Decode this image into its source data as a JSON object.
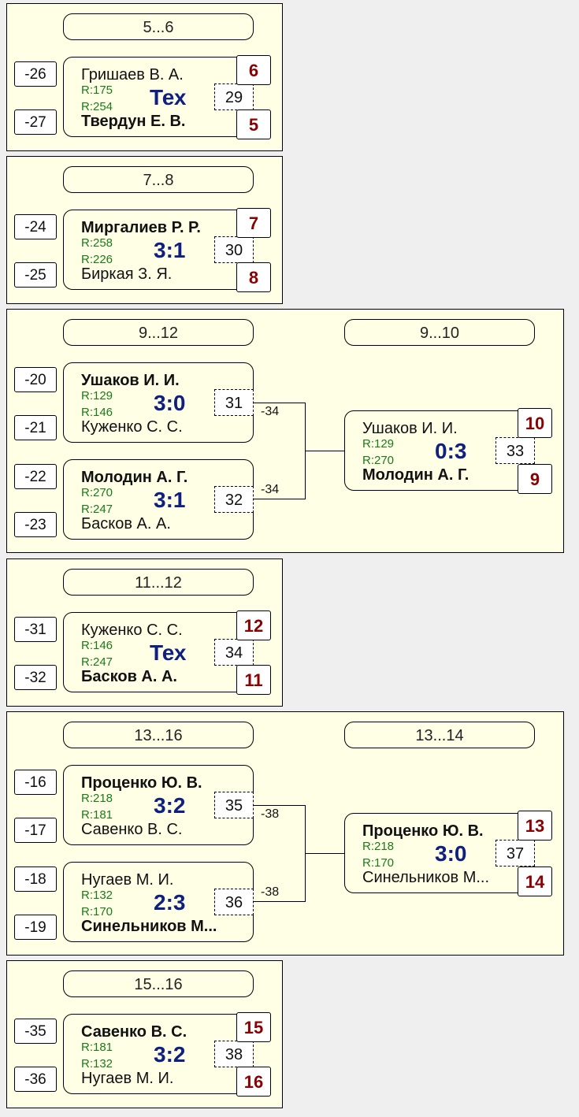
{
  "blocks": [
    {
      "rounds": [
        {
          "header": "5...6",
          "matches": [
            {
              "seed_top": "-26",
              "seed_bottom": "-27",
              "player_top": "Гришаев В. А.",
              "player_bottom": "Твердун Е. В.",
              "rating_top": "R:175",
              "rating_bottom": "R:254",
              "score": "Тех",
              "match_no": "29",
              "place_top": "6",
              "place_bottom": "5"
            }
          ]
        }
      ]
    },
    {
      "rounds": [
        {
          "header": "7...8",
          "matches": [
            {
              "seed_top": "-24",
              "seed_bottom": "-25",
              "player_top": "Миргалиев Р. Р.",
              "player_bottom": "Биркая З. Я.",
              "rating_top": "R:258",
              "rating_bottom": "R:226",
              "score": "3:1",
              "match_no": "30",
              "place_top": "7",
              "place_bottom": "8"
            }
          ]
        }
      ]
    },
    {
      "rounds": [
        {
          "header": "9...12",
          "matches": [
            {
              "seed_top": "-20",
              "seed_bottom": "-21",
              "player_top": "Ушаков И. И.",
              "player_bottom": "Куженко С. С.",
              "rating_top": "R:129",
              "rating_bottom": "R:146",
              "score": "3:0",
              "match_no": "31",
              "loser_to": "-34"
            },
            {
              "seed_top": "-22",
              "seed_bottom": "-23",
              "player_top": "Молодин А. Г.",
              "player_bottom": "Басков А. А.",
              "rating_top": "R:270",
              "rating_bottom": "R:247",
              "score": "3:1",
              "match_no": "32",
              "loser_to": "-34"
            }
          ]
        },
        {
          "header": "9...10",
          "matches": [
            {
              "player_top": "Ушаков И. И.",
              "player_bottom": "Молодин А. Г.",
              "rating_top": "R:129",
              "rating_bottom": "R:270",
              "score": "0:3",
              "match_no": "33",
              "place_top": "10",
              "place_bottom": "9"
            }
          ]
        }
      ]
    },
    {
      "rounds": [
        {
          "header": "11...12",
          "matches": [
            {
              "seed_top": "-31",
              "seed_bottom": "-32",
              "player_top": "Куженко С. С.",
              "player_bottom": "Басков А. А.",
              "rating_top": "R:146",
              "rating_bottom": "R:247",
              "score": "Тех",
              "match_no": "34",
              "place_top": "12",
              "place_bottom": "11"
            }
          ]
        }
      ]
    },
    {
      "rounds": [
        {
          "header": "13...16",
          "matches": [
            {
              "seed_top": "-16",
              "seed_bottom": "-17",
              "player_top": "Проценко Ю. В.",
              "player_bottom": "Савенко В. С.",
              "rating_top": "R:218",
              "rating_bottom": "R:181",
              "score": "3:2",
              "match_no": "35",
              "loser_to": "-38"
            },
            {
              "seed_top": "-18",
              "seed_bottom": "-19",
              "player_top": "Нугаев М. И.",
              "player_bottom": "Синельников М...",
              "rating_top": "R:132",
              "rating_bottom": "R:170",
              "score": "2:3",
              "match_no": "36",
              "loser_to": "-38"
            }
          ]
        },
        {
          "header": "13...14",
          "matches": [
            {
              "player_top": "Проценко Ю. В.",
              "player_bottom": "Синельников М...",
              "rating_top": "R:218",
              "rating_bottom": "R:170",
              "score": "3:0",
              "match_no": "37",
              "place_top": "13",
              "place_bottom": "14"
            }
          ]
        }
      ]
    },
    {
      "rounds": [
        {
          "header": "15...16",
          "matches": [
            {
              "seed_top": "-35",
              "seed_bottom": "-36",
              "player_top": "Савенко В. С.",
              "player_bottom": "Нугаев М. И.",
              "rating_top": "R:181",
              "rating_bottom": "R:132",
              "score": "3:2",
              "match_no": "38",
              "place_top": "15",
              "place_bottom": "16"
            }
          ]
        }
      ]
    }
  ]
}
